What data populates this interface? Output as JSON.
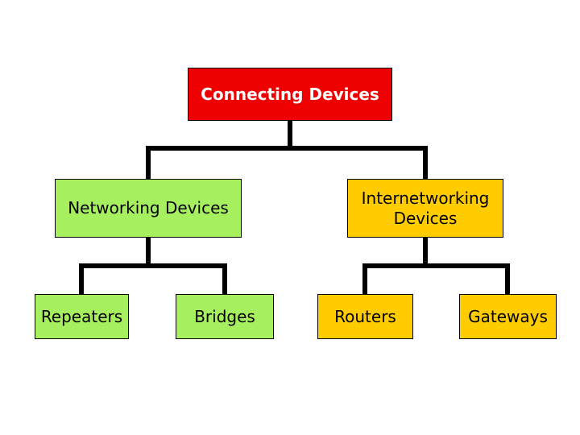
{
  "diagram": {
    "root": {
      "label": "Connecting Devices"
    },
    "branches": [
      {
        "label": "Networking Devices",
        "children": [
          {
            "label": "Repeaters"
          },
          {
            "label": "Bridges"
          }
        ]
      },
      {
        "label": "Internetworking Devices",
        "children": [
          {
            "label": "Routers"
          },
          {
            "label": "Gateways"
          }
        ]
      }
    ]
  },
  "colors": {
    "root_fill": "#ee0000",
    "networking_fill": "#a6f060",
    "internetworking_fill": "#ffcc00",
    "connector": "#000000"
  }
}
